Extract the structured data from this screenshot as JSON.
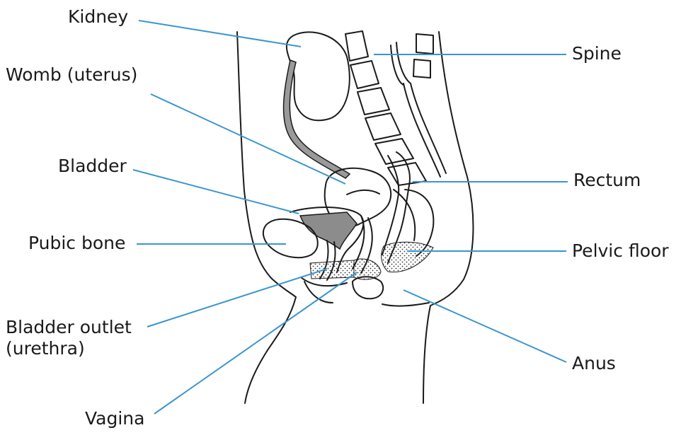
{
  "labels": {
    "kidney": "Kidney",
    "womb": "Womb (uterus)",
    "bladder": "Bladder",
    "pubic_bone": "Pubic bone",
    "bladder_outlet_line1": "Bladder outlet",
    "bladder_outlet_line2": "(urethra)",
    "vagina": "Vagina",
    "spine": "Spine",
    "rectum": "Rectum",
    "pelvic_floor": "Pelvic floor",
    "anus": "Anus"
  },
  "colors": {
    "leader_line": "#3b95cf",
    "outline": "#1a1a1a",
    "shaded_organ": "#8c8c8c",
    "ureter": "#9a9a9a"
  }
}
